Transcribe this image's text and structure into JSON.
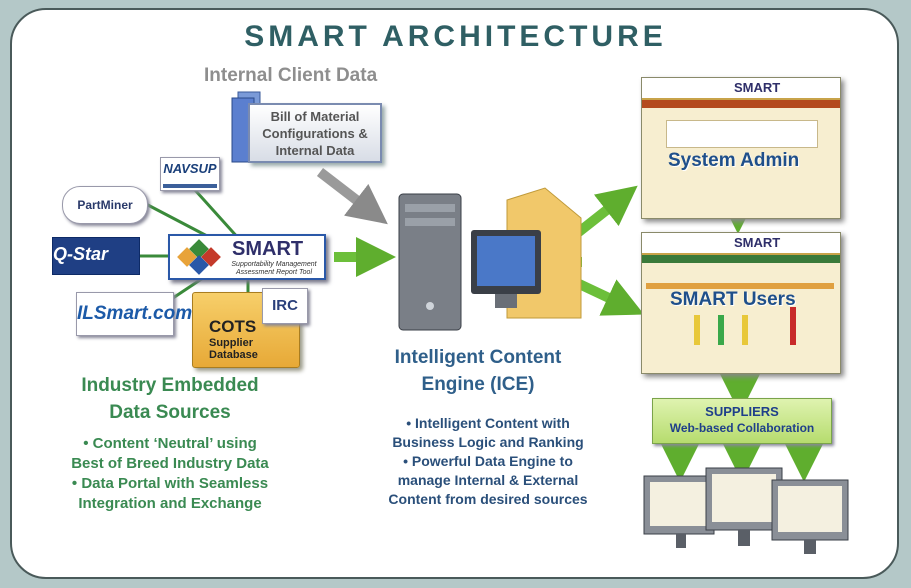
{
  "title": "SMART ARCHITECTURE",
  "internal_client_data": {
    "heading": "Internal Client Data",
    "bom_label": [
      "Bill of Material",
      "Configurations &",
      "Internal Data"
    ]
  },
  "sources": {
    "navsup": "NAVSUP",
    "partminer": "PartMiner",
    "qstar": "Q-Star",
    "ilsmart": "ILSmart.com",
    "irc": "IRC",
    "cots": {
      "title": "COTS",
      "line1": "Supplier",
      "line2": "Database"
    }
  },
  "smart_logo": {
    "word": "SMART",
    "subtitle": "Supportability Management Assessment Report Tool"
  },
  "industry": {
    "heading": [
      "Industry Embedded",
      "Data Sources"
    ],
    "bullets": [
      "• Content ‘Neutral’ using",
      "Best of Breed Industry Data",
      "• Data Portal with Seamless",
      "Integration and Exchange"
    ]
  },
  "engine": {
    "heading": [
      "Intelligent Content",
      "Engine (ICE)"
    ],
    "bullets": [
      "•  Intelligent Content with",
      "Business Logic and Ranking",
      "•  Powerful Data Engine to",
      "manage Internal & External",
      "Content from desired sources"
    ]
  },
  "screens": {
    "admin_label": "System Admin",
    "users_label": "SMART Users",
    "header_word": "SMART"
  },
  "suppliers": {
    "line1": "SUPPLIERS",
    "line2": "Web-based Collaboration"
  },
  "colors": {
    "title": "#2f5f64",
    "green_text": "#3a8a52",
    "blue_text": "#2f5f8a",
    "arrow_green": "#6cbf3a",
    "arrow_gray": "#9a9a9a"
  }
}
